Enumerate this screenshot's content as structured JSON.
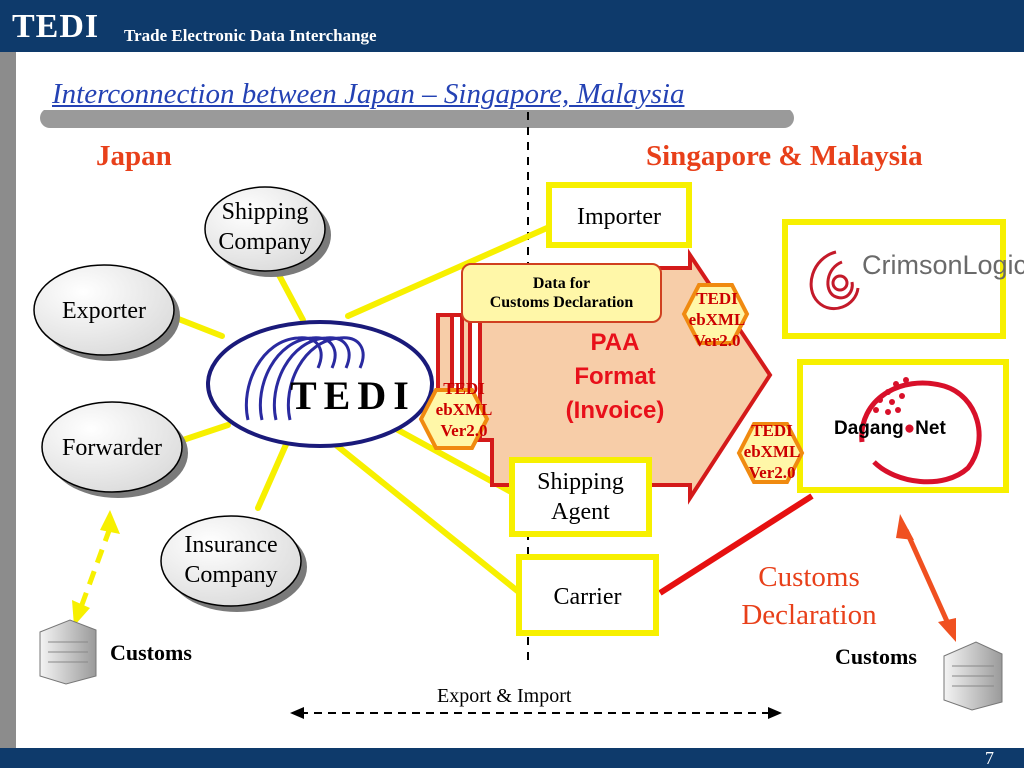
{
  "header": {
    "brand": "TEDI",
    "subtitle": "Trade Electronic Data Interchange"
  },
  "slide": {
    "title": "Interconnection between Japan – Singapore, Malaysia",
    "page_number": "7"
  },
  "regions": {
    "left": "Japan",
    "right": "Singapore &  Malaysia"
  },
  "japan_nodes": {
    "shipping_company": [
      "Shipping",
      "Company"
    ],
    "exporter": "Exporter",
    "forwarder": "Forwarder",
    "insurance_company": [
      "Insurance",
      "Company"
    ]
  },
  "hub": {
    "logo_text": "TEDI"
  },
  "sg_nodes": {
    "importer": "Importer",
    "shipping_agent": [
      "Shipping",
      "Agent"
    ],
    "carrier": "Carrier"
  },
  "data_box": [
    "Data for",
    "Customs Declaration"
  ],
  "paa": [
    "PAA",
    "Format",
    "(Invoice)"
  ],
  "ebxml_badge": [
    "TEDI",
    "ebXML",
    "Ver2.0"
  ],
  "providers": {
    "crimson": "CrimsonLogic",
    "dagang_left": "Dagang",
    "dagang_right": "Net"
  },
  "customs": {
    "left_label": "Customs",
    "right_label": "Customs",
    "declaration": [
      "Customs",
      "Declaration"
    ]
  },
  "export_import": "Export & Import",
  "colors": {
    "header_bg": "#0e3a6b",
    "title_blue": "#2442b4",
    "accent_red": "#e8401a",
    "connector_yellow": "#f7f000",
    "paa_fill": "#f7cda8",
    "badge_fill": "#fff7a8"
  }
}
